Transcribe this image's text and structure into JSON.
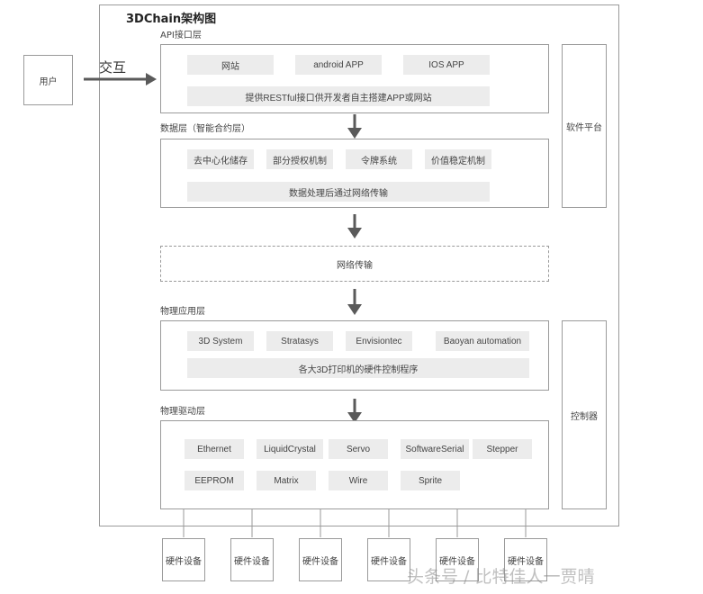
{
  "diagram": {
    "title": "3DChain架构图",
    "user_label": "用户",
    "interaction_label": "交互",
    "api_layer": {
      "label": "API接口层",
      "chips": [
        "网站",
        "android APP",
        "IOS APP"
      ],
      "wide": "提供RESTful接口供开发者自主搭建APP或网站"
    },
    "data_layer": {
      "label": "数据层（智能合约层）",
      "chips": [
        "去中心化储存",
        "部分授权机制",
        "令牌系统",
        "价值稳定机制"
      ],
      "wide": "数据处理后通过网络传输"
    },
    "network_layer": {
      "label": "网络传输"
    },
    "app_layer": {
      "label": "物理应用层",
      "chips": [
        "3D System",
        "Stratasys",
        "Envisiontec",
        "Baoyan automation"
      ],
      "wide": "各大3D打印机的硬件控制程序"
    },
    "driver_layer": {
      "label": "物理驱动层",
      "row1": [
        "Ethernet",
        "LiquidCrystal",
        "Servo",
        "SoftwareSerial",
        "Stepper"
      ],
      "row2": [
        "EEPROM",
        "Matrix",
        "Wire",
        "Sprite"
      ]
    },
    "software_platform": "软件平台",
    "controller": "控制器",
    "hardware": [
      "硬件设备",
      "硬件设备",
      "硬件设备",
      "硬件设备",
      "硬件设备",
      "硬件设备"
    ],
    "watermark": "头条号 / 比特佳人一贾晴"
  }
}
